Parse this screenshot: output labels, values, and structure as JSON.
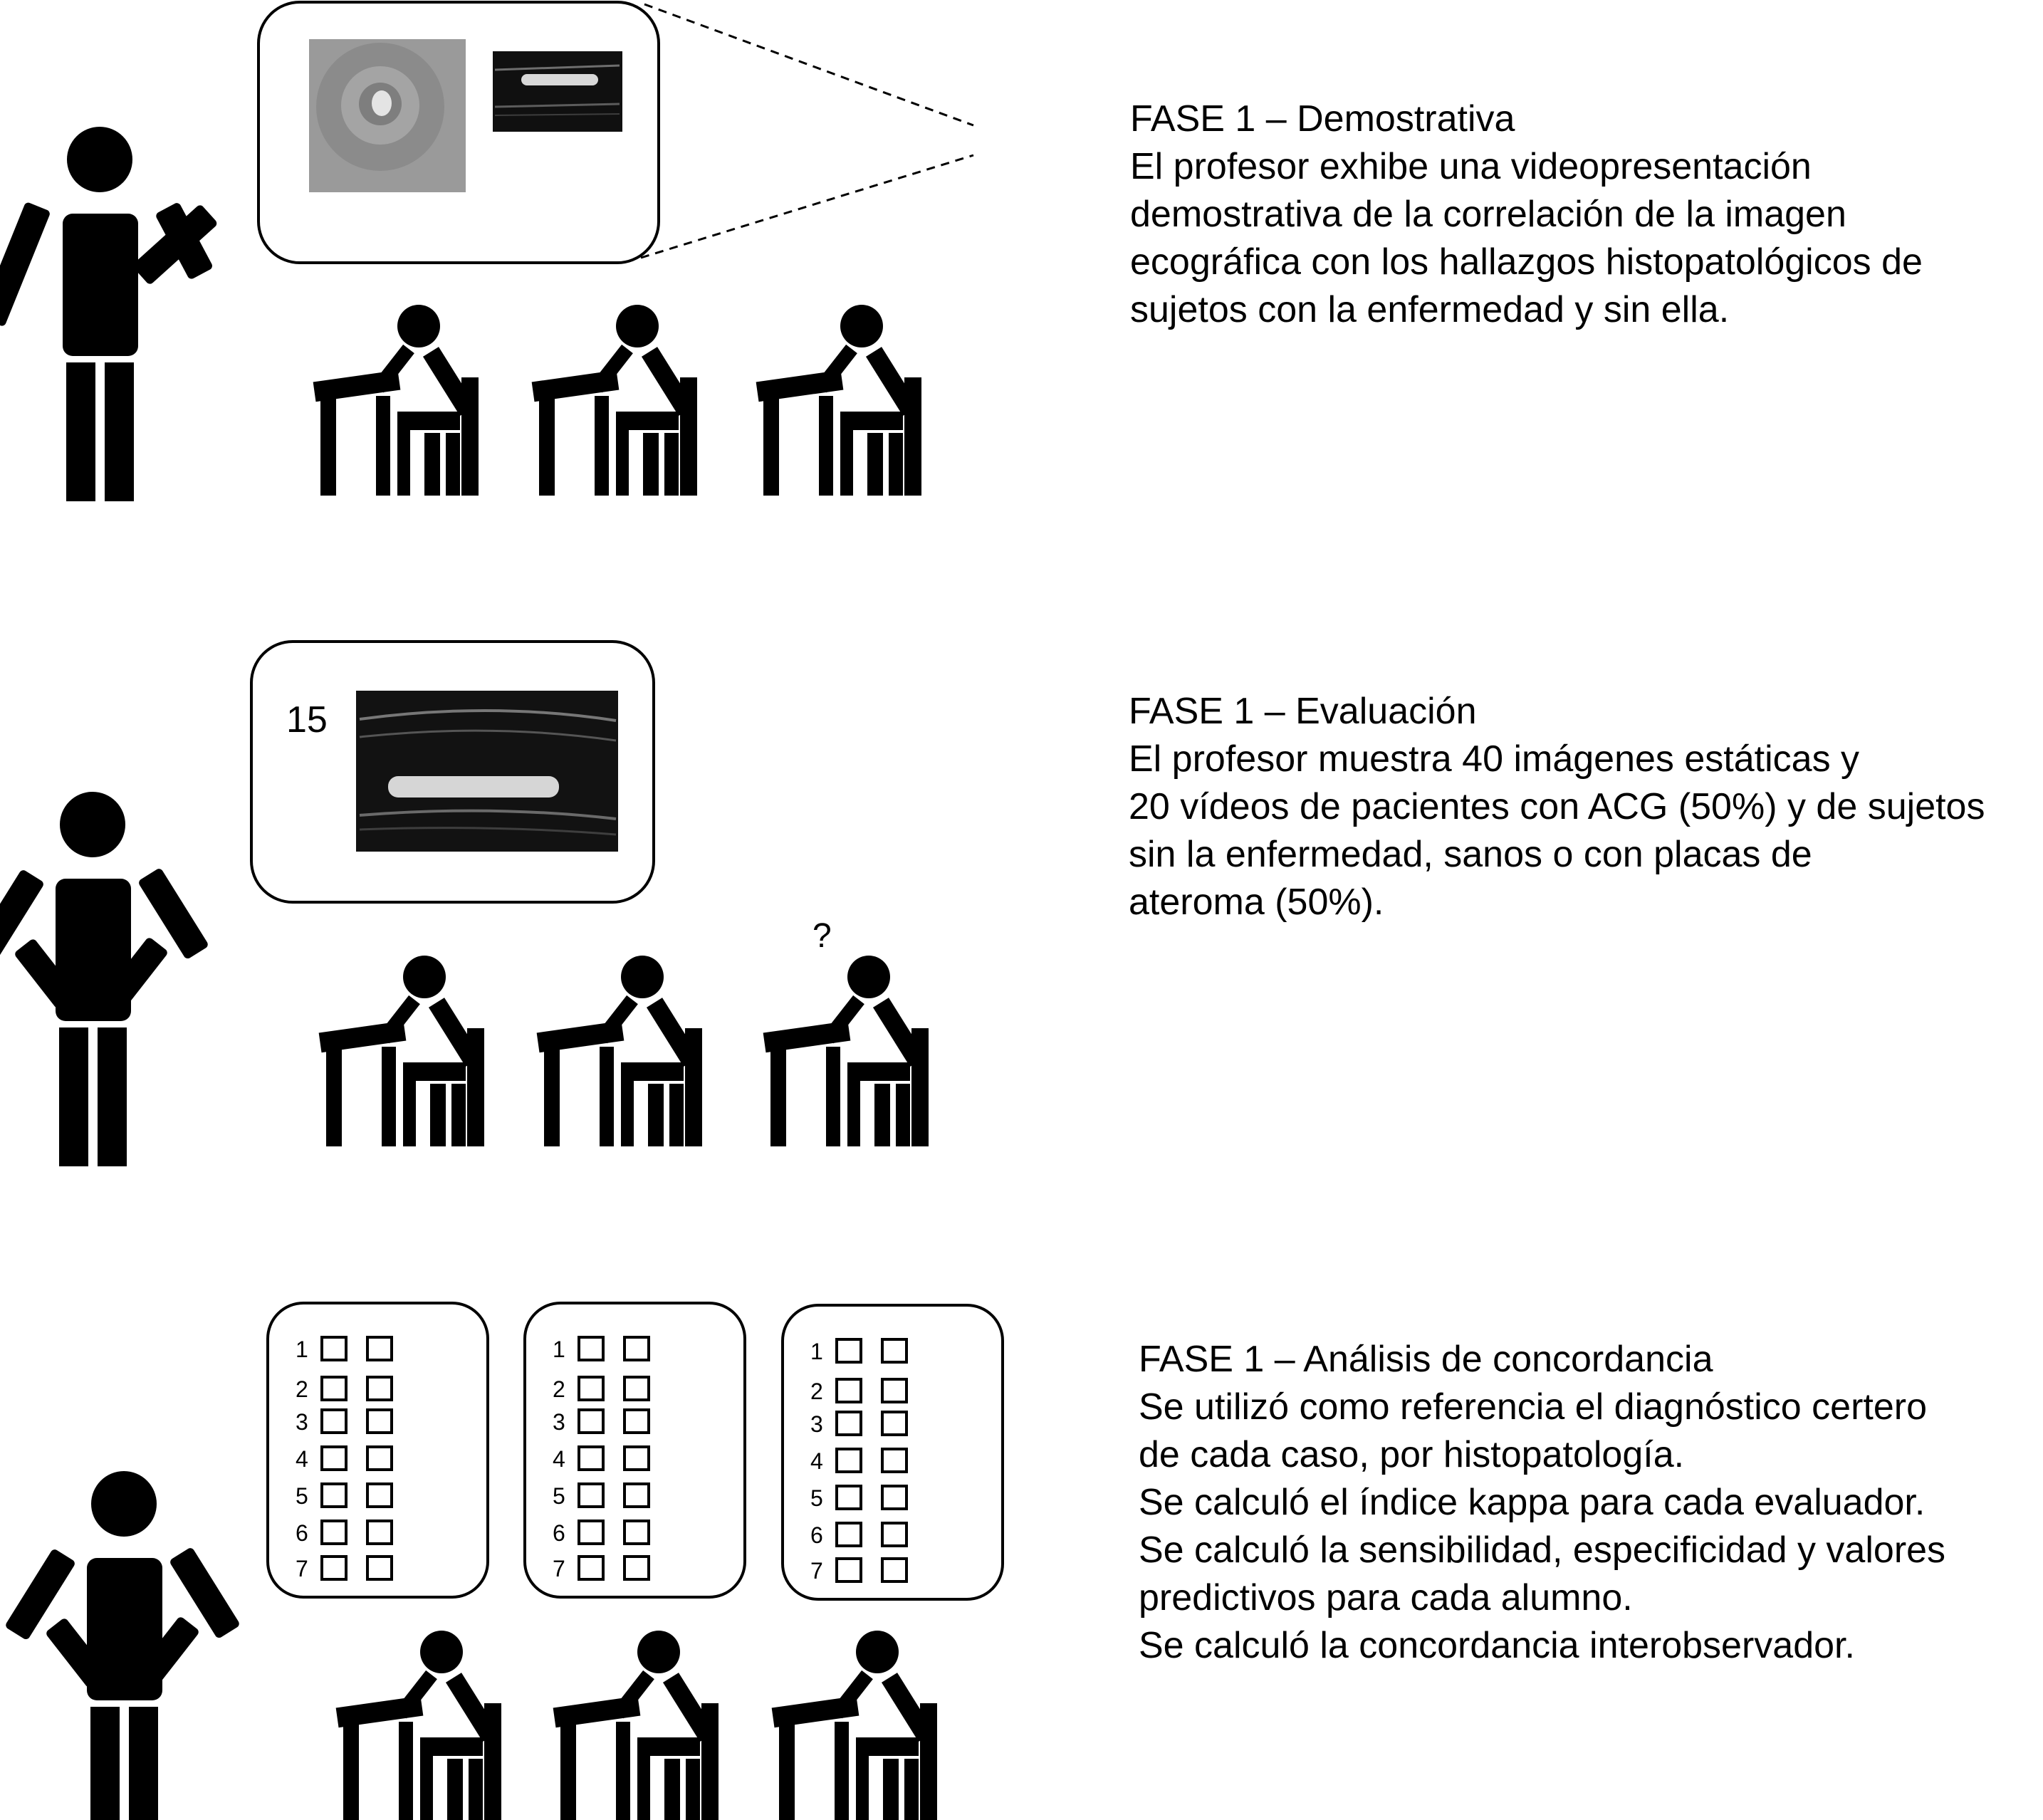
{
  "colors": {
    "ink": "#000000",
    "paper": "#ffffff",
    "scan_dark": "#101010",
    "scan_gray": "#7b7b7b",
    "scan_light": "#d8d8d8"
  },
  "icons": [
    "teacher-icon",
    "student-desk-icon",
    "speech-bubble",
    "ultrasound-image",
    "checkbox-icon"
  ],
  "phases": [
    {
      "title": "FASE 1 – Demostrativa",
      "lines": [
        "El profesor exhibe una videopresentación",
        "demostrativa de la correlación de la imagen",
        "ecográfica con los hallazgos histopatológicos de",
        "sujetos con la enfermedad y sin ella."
      ]
    },
    {
      "title": "FASE 1 – Evaluación",
      "lines": [
        "El profesor muestra 40 imágenes estáticas y",
        "20 vídeos de pacientes con ACG (50%) y de sujetos",
        "sin la enfermedad, sanos o con placas de",
        "ateroma (50%)."
      ]
    },
    {
      "title": "FASE 1 – Análisis de concordancia",
      "lines": [
        "Se utilizó como referencia el diagnóstico certero",
        "de cada caso, por histopatología.",
        "Se calculó el índice kappa para cada evaluador.",
        "Se calculó la sensibilidad, especificidad y valores",
        "predictivos para cada alumno.",
        "Se calculó la concordancia interobservador."
      ]
    }
  ],
  "evaluation": {
    "case_number": "15",
    "student_mark": "?"
  },
  "answer_sheets": {
    "rows": [
      "1",
      "2",
      "3",
      "4",
      "5",
      "6",
      "7"
    ]
  }
}
